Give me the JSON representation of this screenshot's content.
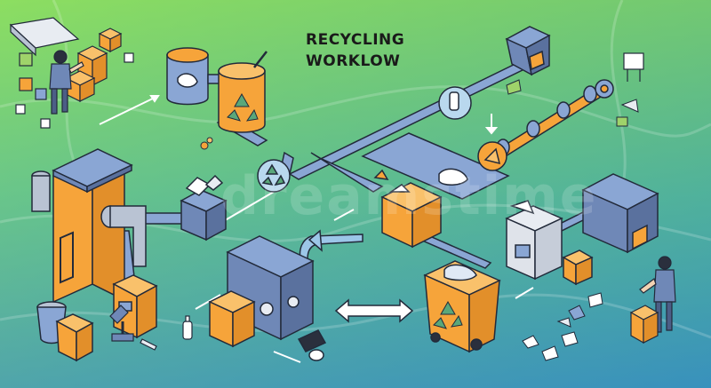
{
  "title": {
    "line1": "RECYCLING",
    "line2": "WORKLOW"
  },
  "watermark": "dreamstime",
  "colors": {
    "background_top": "#7ed957",
    "background_bottom": "#3f9fbf",
    "machine_orange": "#f6a43a",
    "machine_blue": "#6f88b7",
    "pipe_blue": "#8aa6d4",
    "outline": "#222a3a",
    "recycle_arrows": "#5aa77a"
  },
  "icons": [
    "recycle-icon",
    "factory-icon",
    "conveyor-icon",
    "bin-icon",
    "worker-icon",
    "bottle-icon",
    "arrow-icon"
  ]
}
